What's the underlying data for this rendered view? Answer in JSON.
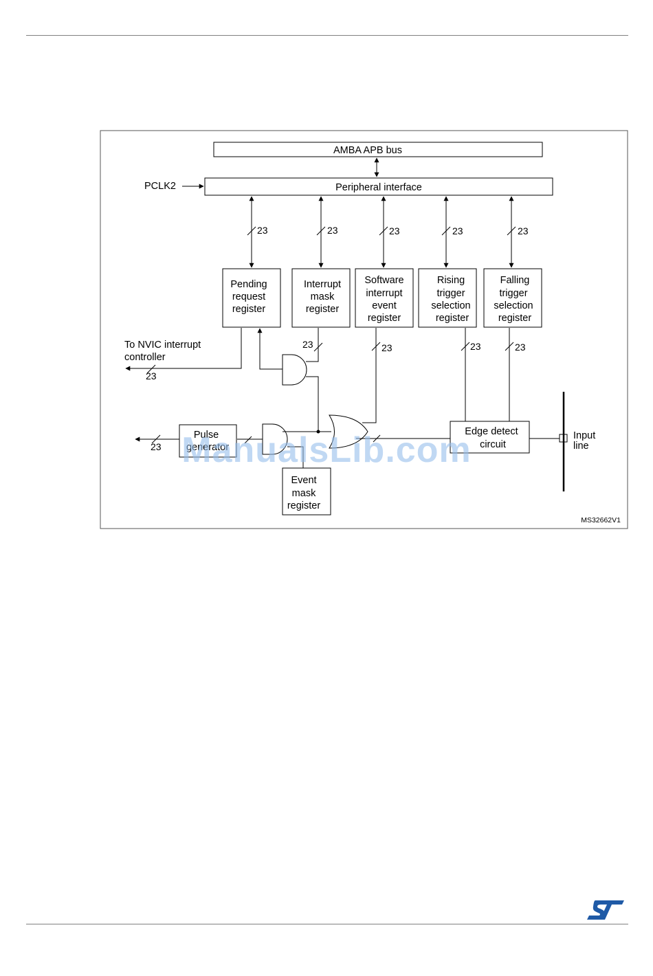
{
  "diagram": {
    "bus_label": "AMBA APB bus",
    "peripheral_label": "Peripheral interface",
    "clock_label": "PCLK2",
    "registers": {
      "pending": [
        "Pending",
        "request",
        "register"
      ],
      "interrupt_mask": [
        "Interrupt",
        "mask",
        "register"
      ],
      "software_interrupt": [
        "Software",
        "interrupt",
        "event",
        "register"
      ],
      "rising_trigger": [
        "Rising",
        "trigger",
        "selection",
        "register"
      ],
      "falling_trigger": [
        "Falling",
        "trigger",
        "selection",
        "register"
      ],
      "event_mask": [
        "Event",
        "mask",
        "register"
      ]
    },
    "pulse_generator": [
      "Pulse",
      "generator"
    ],
    "edge_detect": [
      "Edge detect",
      "circuit"
    ],
    "nvic_output": [
      "To NVIC interrupt",
      "controller"
    ],
    "input_line": [
      "Input",
      "line"
    ],
    "bus_width": "23",
    "figure_ref": "MS32662V1"
  },
  "watermark": "ManualsLib.com",
  "logo_colors": {
    "brand": "#1f5aa6"
  }
}
